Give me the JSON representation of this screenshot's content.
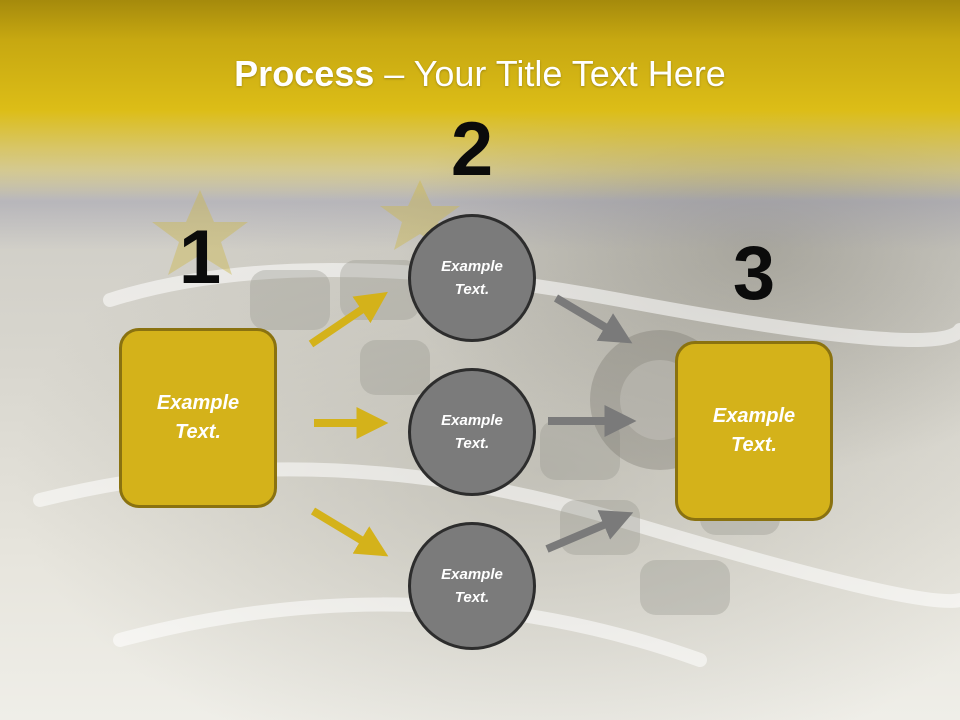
{
  "title": {
    "strong": "Process",
    "rest": " – Your Title Text Here"
  },
  "steps": [
    "1",
    "2",
    "3"
  ],
  "left_box": {
    "text": "Example\nText."
  },
  "right_box": {
    "text": "Example\nText."
  },
  "circles": [
    {
      "text": "Example\nText."
    },
    {
      "text": "Example\nText."
    },
    {
      "text": "Example\nText."
    }
  ],
  "colors": {
    "header_gold": "#dcbd17",
    "box_fill": "#d4b21a",
    "box_border": "#8a7210",
    "circle_fill": "#7b7b7b",
    "arrow_gold": "#d4b21a",
    "arrow_gray": "#7a7a7a"
  }
}
